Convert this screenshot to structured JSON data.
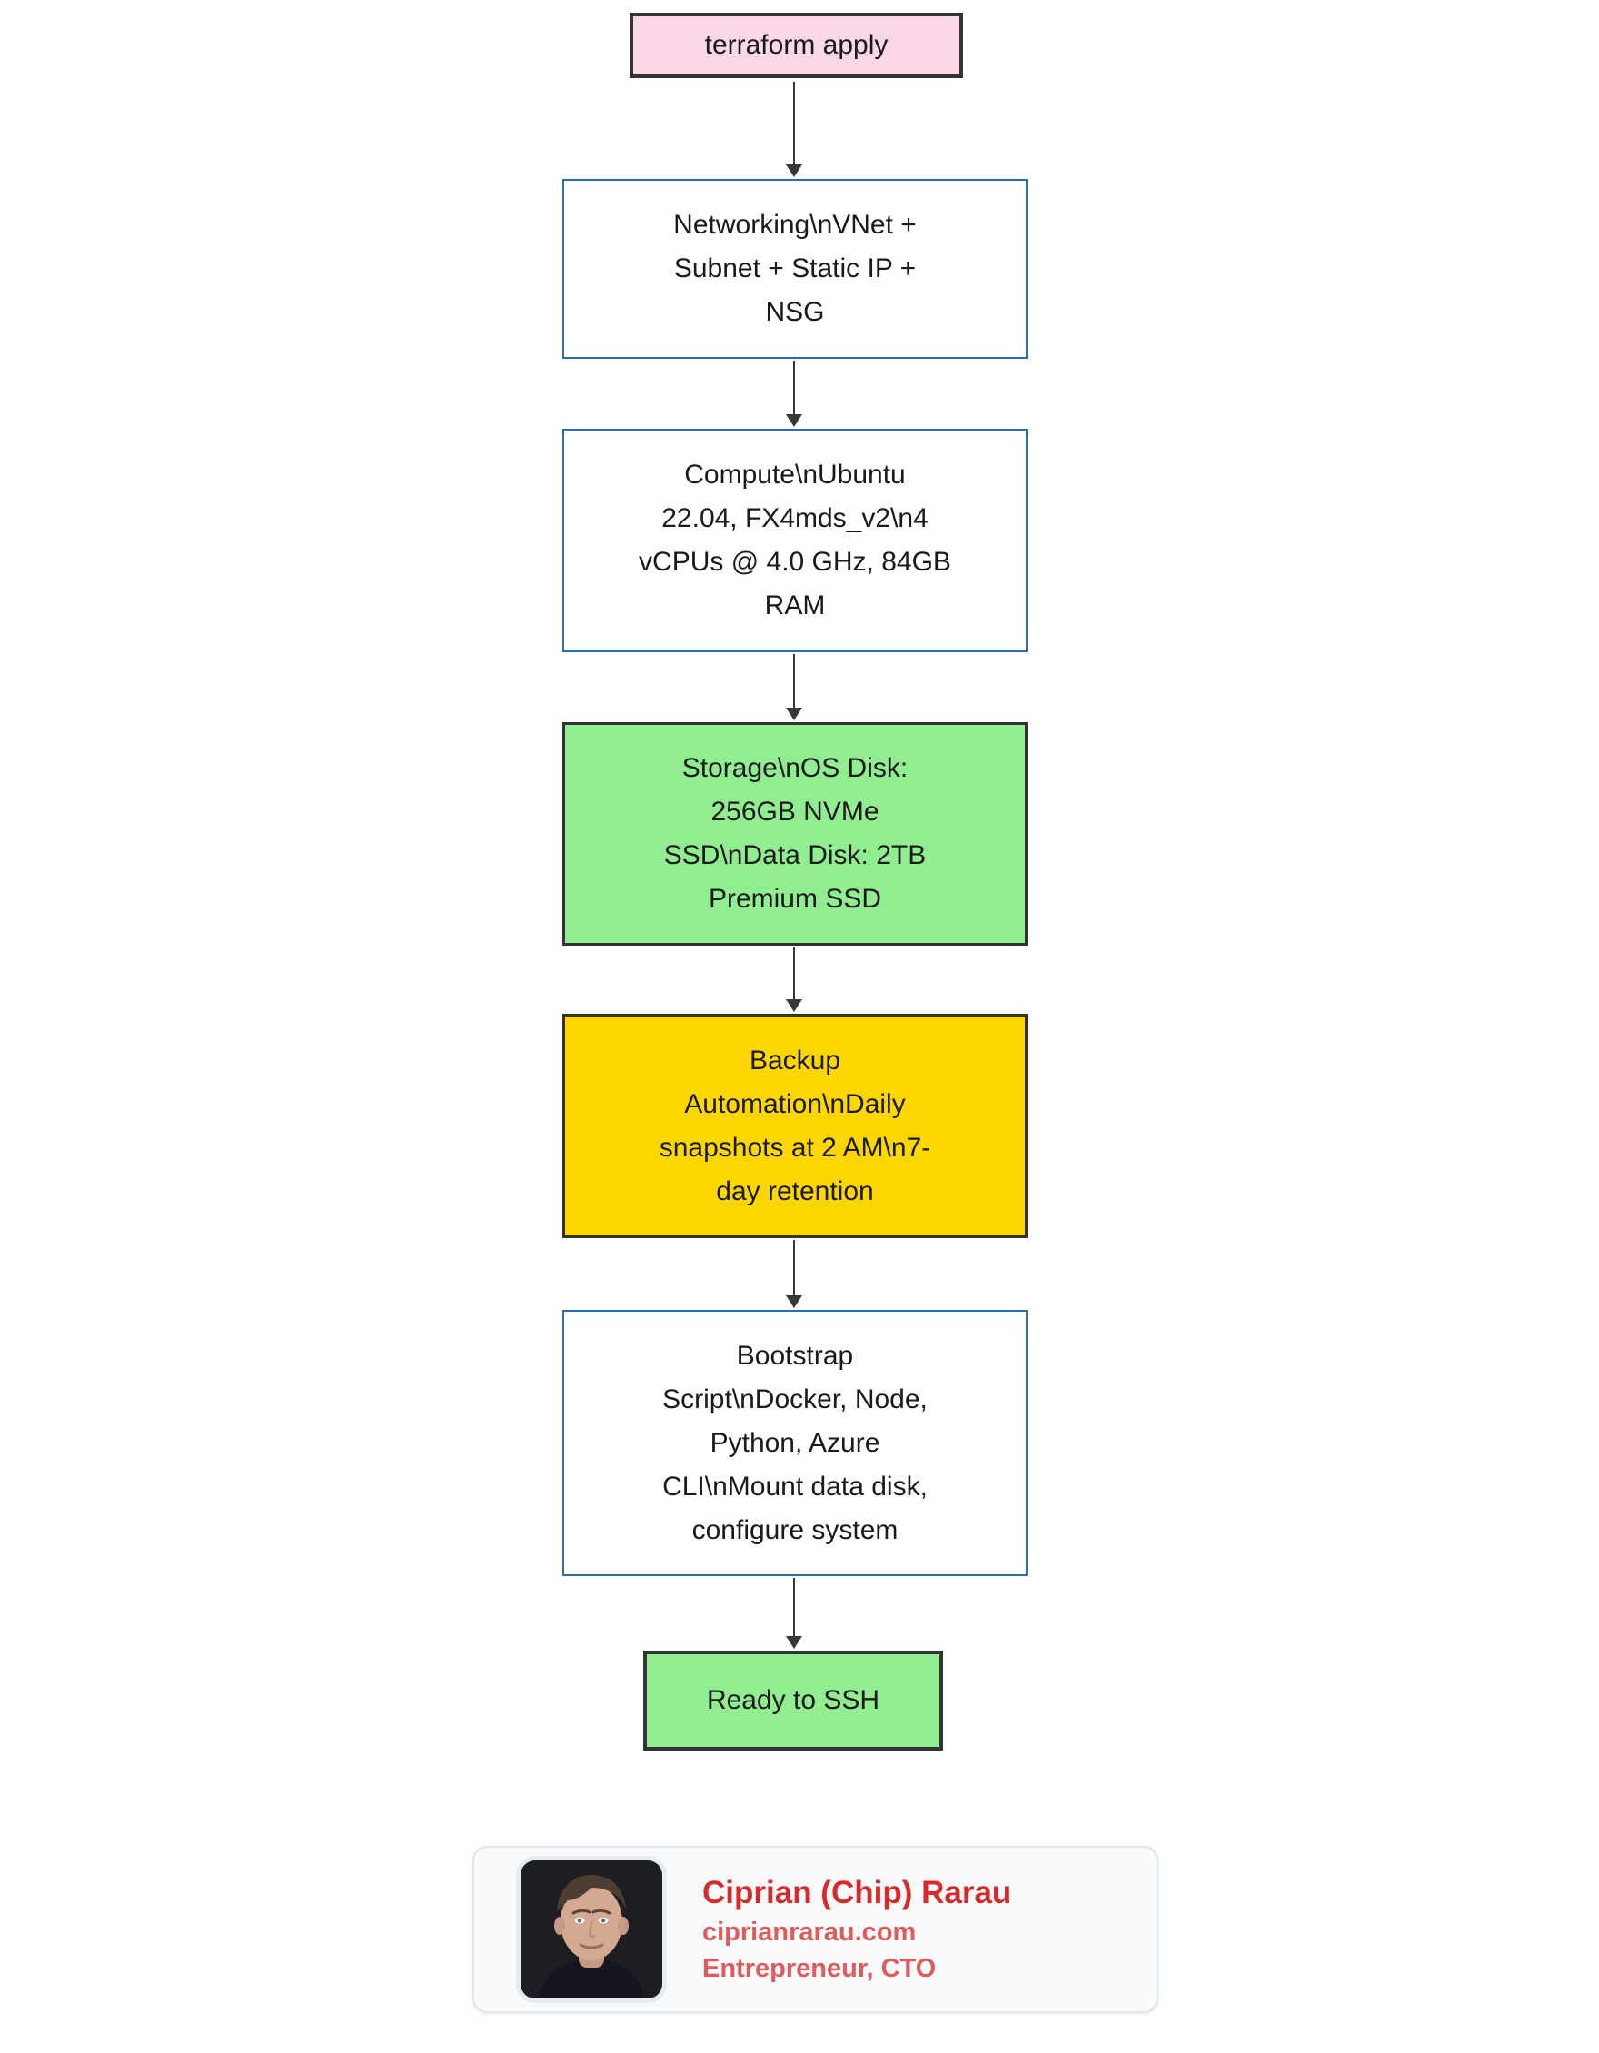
{
  "diagram": {
    "background": "#ffffff",
    "text_color": "#1a1a1a",
    "arrow_color": "#383838",
    "nodes": [
      {
        "id": "terraform-apply",
        "label": "terraform apply",
        "lines": [
          "terraform apply"
        ],
        "fill": "#f9d7e6",
        "stroke": "#333333"
      },
      {
        "id": "networking",
        "label": "Networking\\nVNet + Subnet + Static IP + NSG",
        "lines": [
          "Networking\\nVNet +",
          "Subnet + Static IP +",
          "NSG"
        ],
        "fill": "#ffffff",
        "stroke": "#2b6cb8"
      },
      {
        "id": "compute",
        "label": "Compute\\nUbuntu 22.04, FX4mds_v2\\n4 vCPUs @ 4.0 GHz, 84GB RAM",
        "lines": [
          "Compute\\nUbuntu",
          "22.04, FX4mds_v2\\n4",
          "vCPUs @ 4.0 GHz, 84GB",
          "RAM"
        ],
        "fill": "#ffffff",
        "stroke": "#2b6cb8"
      },
      {
        "id": "storage",
        "label": "Storage\\nOS Disk: 256GB NVMe SSD\\nData Disk: 2TB Premium SSD",
        "lines": [
          "Storage\\nOS Disk:",
          "256GB NVMe",
          "SSD\\nData Disk: 2TB",
          "Premium SSD"
        ],
        "fill": "#90ee90",
        "stroke": "#333333"
      },
      {
        "id": "backup",
        "label": "Backup Automation\\nDaily snapshots at 2 AM\\n7-day retention",
        "lines": [
          "Backup",
          "Automation\\nDaily",
          "snapshots at 2 AM\\n7-",
          "day retention"
        ],
        "fill": "#ffd700",
        "stroke": "#333333"
      },
      {
        "id": "bootstrap",
        "label": "Bootstrap Script\\nDocker, Node, Python, Azure CLI\\nMount data disk, configure system",
        "lines": [
          "Bootstrap",
          "Script\\nDocker, Node,",
          "Python, Azure",
          "CLI\\nMount data disk,",
          "configure system"
        ],
        "fill": "#ffffff",
        "stroke": "#2b6cb8"
      },
      {
        "id": "ready-to-ssh",
        "label": "Ready to SSH",
        "lines": [
          "Ready to SSH"
        ],
        "fill": "#90ee90",
        "stroke": "#333333"
      }
    ]
  },
  "author_card": {
    "name": "Ciprian (Chip) Rarau",
    "website": "ciprianrarau.com",
    "title": "Entrepreneur, CTO",
    "name_color": "#d62b2b",
    "accent_color": "#e05b5b",
    "background": "#f8fafc",
    "border_color": "#dfe7ef"
  }
}
